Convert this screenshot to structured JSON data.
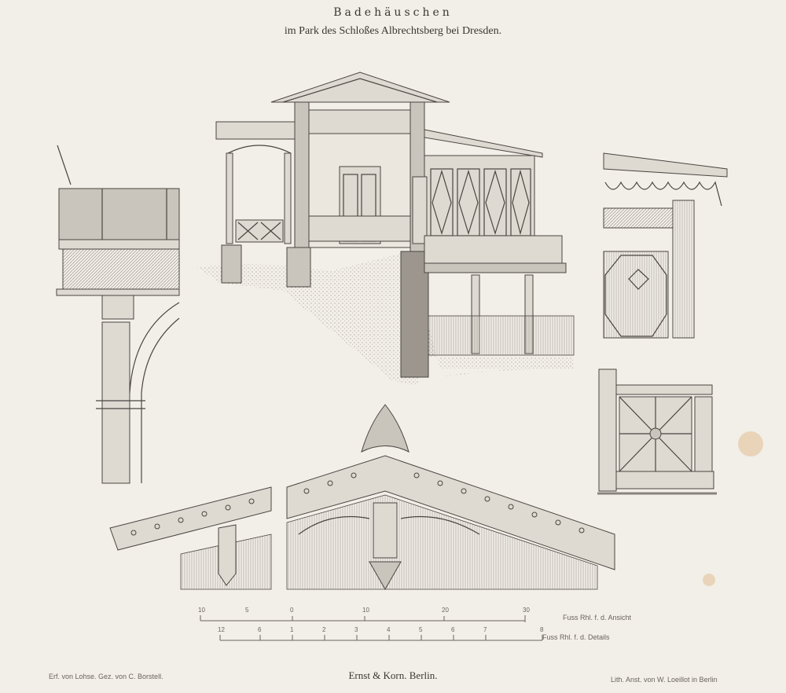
{
  "plate": {
    "title": "Badehäuschen",
    "subtitle": "im Park des Schloßes Albrechtsberg bei Dresden.",
    "credit_left": "Erf. von Lohse. Gez. von C. Borstell.",
    "publisher": "Ernst & Korn. Berlin.",
    "credit_right": "Lith. Anst. von W. Loeillot in Berlin"
  },
  "scales": [
    {
      "label": "Fuss Rhl. f. d. Ansicht",
      "ticks": [
        "10",
        "5",
        "0",
        "10",
        "20",
        "30"
      ]
    },
    {
      "label": "Fuss Rhl. f. d. Details",
      "ticks": [
        "12",
        "6",
        "1",
        "2",
        "3",
        "4",
        "5",
        "6",
        "7",
        "8"
      ]
    }
  ],
  "colors": {
    "paper": "#f2efe8",
    "ink": "#4a4540",
    "stain": "#e0b98a"
  }
}
